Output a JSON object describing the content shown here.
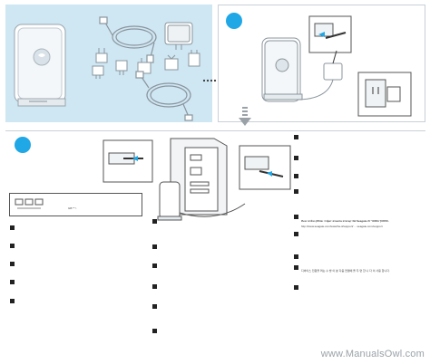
{
  "colors": {
    "step_circle": "#1fa7e6",
    "panel_blue": "#cfe6f3",
    "usb_badge": "#1b78c0"
  },
  "icons": {
    "usb_badge": "usb-icon",
    "step_arrow": "chevron-down-icon"
  },
  "notes": {
    "panel_c_box": "GB ** ¹",
    "heading": "Леsr ятйзз נמקа: тгфет ятнмта ятзгщт גם Seagate מתמוך במוצר זה.",
    "body": "http://www.seagate.com/www/he-il/support/ ... seagate.com/support",
    "korean": "디바이스 전원을 켜는 수 방 이 분 다음 연결에 올 두 면 한 니 다 이 사용 합니다."
  },
  "watermark": "www.ManualsOwl.com"
}
